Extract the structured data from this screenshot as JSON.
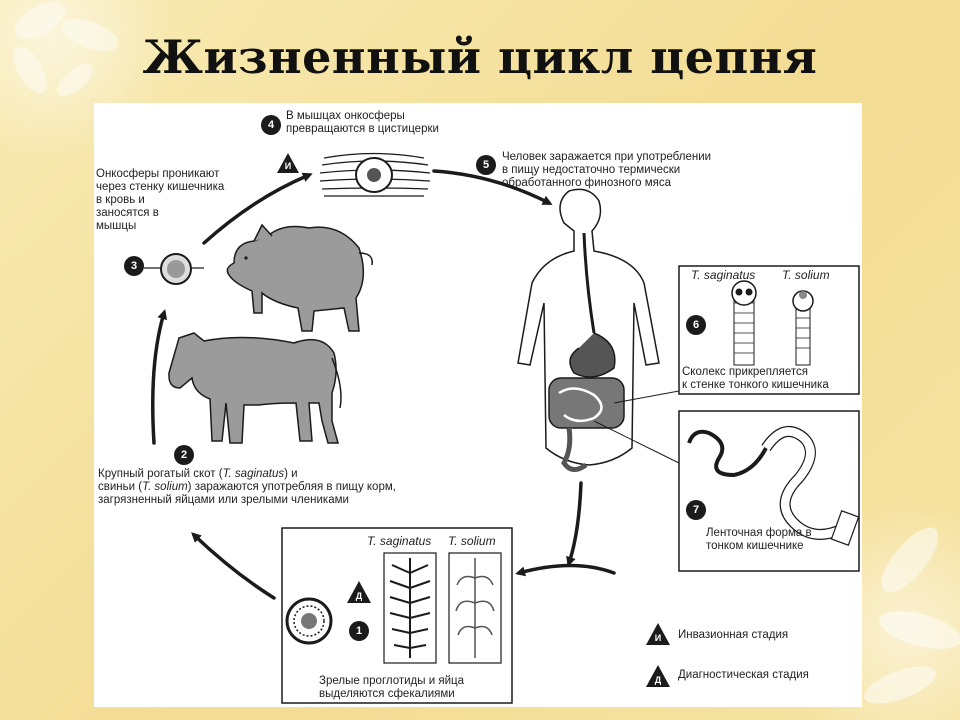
{
  "title": "Жизненный цикл цепня",
  "steps": {
    "s1": {
      "num": "1",
      "text": "Зрелые проглотиды и яйца\nвыделяются сфекалиями"
    },
    "s2": {
      "num": "2",
      "text_a": "Крупный рогатый скот (",
      "text_a_it": "T. saginatus",
      "text_b": ") и\nсвиньи (",
      "text_b_it": "T. solium",
      "text_c": ") заражаются употребляя в пищу корм,\nзагрязненный яйцами или зрелыми члениками"
    },
    "s3": {
      "num": "3",
      "text": "Онкосферы проникают\nчерез стенку кишечника\nв кровь и\nзаносятся в\nмышцы"
    },
    "s4": {
      "num": "4",
      "text": "В мышцах онкосферы\nпревращаются в цистицерки"
    },
    "s5": {
      "num": "5",
      "text": "Человек заражается при употреблении\nв пищу недостаточно термически\nобработанного финозного  мяса"
    },
    "s6": {
      "num": "6",
      "text": "Сколекс прикрепляется\nк стенке тонкого кишечника"
    },
    "s7": {
      "num": "7",
      "text": "Ленточная форма в\nтонком кишечнике"
    }
  },
  "species": {
    "bottom_a": "T. saginatus",
    "bottom_b": "T. solium",
    "right_a": "T. saginatus",
    "right_b": "T. solium"
  },
  "legend": {
    "invasive": {
      "letter": "И",
      "label": "Инвазионная стадия"
    },
    "diagnostic": {
      "letter": "Д",
      "label": "Диагностическая стадия"
    }
  },
  "markers": {
    "step4_letter": "И",
    "step1_letter": "Д"
  },
  "colors": {
    "background": "#f6e6a6",
    "panel": "#ffffff",
    "animal_fill": "#9b9b9b",
    "ink": "#1b1b1b"
  }
}
